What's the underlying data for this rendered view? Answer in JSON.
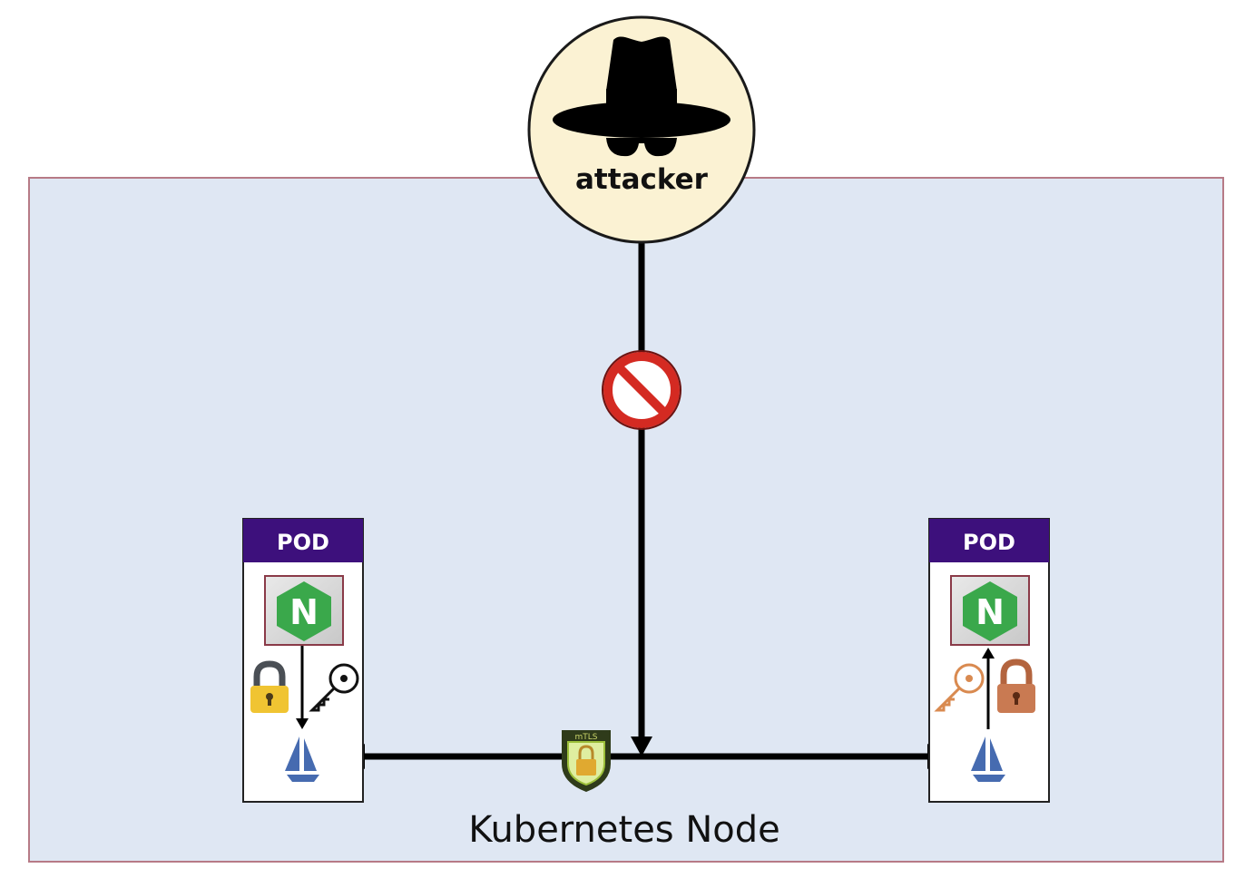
{
  "attacker": {
    "label": "attacker"
  },
  "node": {
    "label": "Kubernetes Node"
  },
  "pods": [
    {
      "header": "POD",
      "app": "N"
    },
    {
      "header": "POD",
      "app": "N"
    }
  ],
  "shield": {
    "label": "mTLS"
  },
  "colors": {
    "node_fill": "#dfe7f3",
    "node_border": "#b77a86",
    "pod_header": "#3d107c",
    "attacker_fill": "#fbf2d3",
    "nginx_green": "#3aa84b",
    "block_red": "#d42a22",
    "lock_gold": "#f0c432",
    "lock_copper": "#c97a52",
    "istio_blue": "#466bb0"
  },
  "icons": [
    "spy-icon",
    "blocked-icon",
    "nginx-icon",
    "lock-icon",
    "key-icon",
    "istio-sail-icon",
    "mtls-shield-icon"
  ]
}
